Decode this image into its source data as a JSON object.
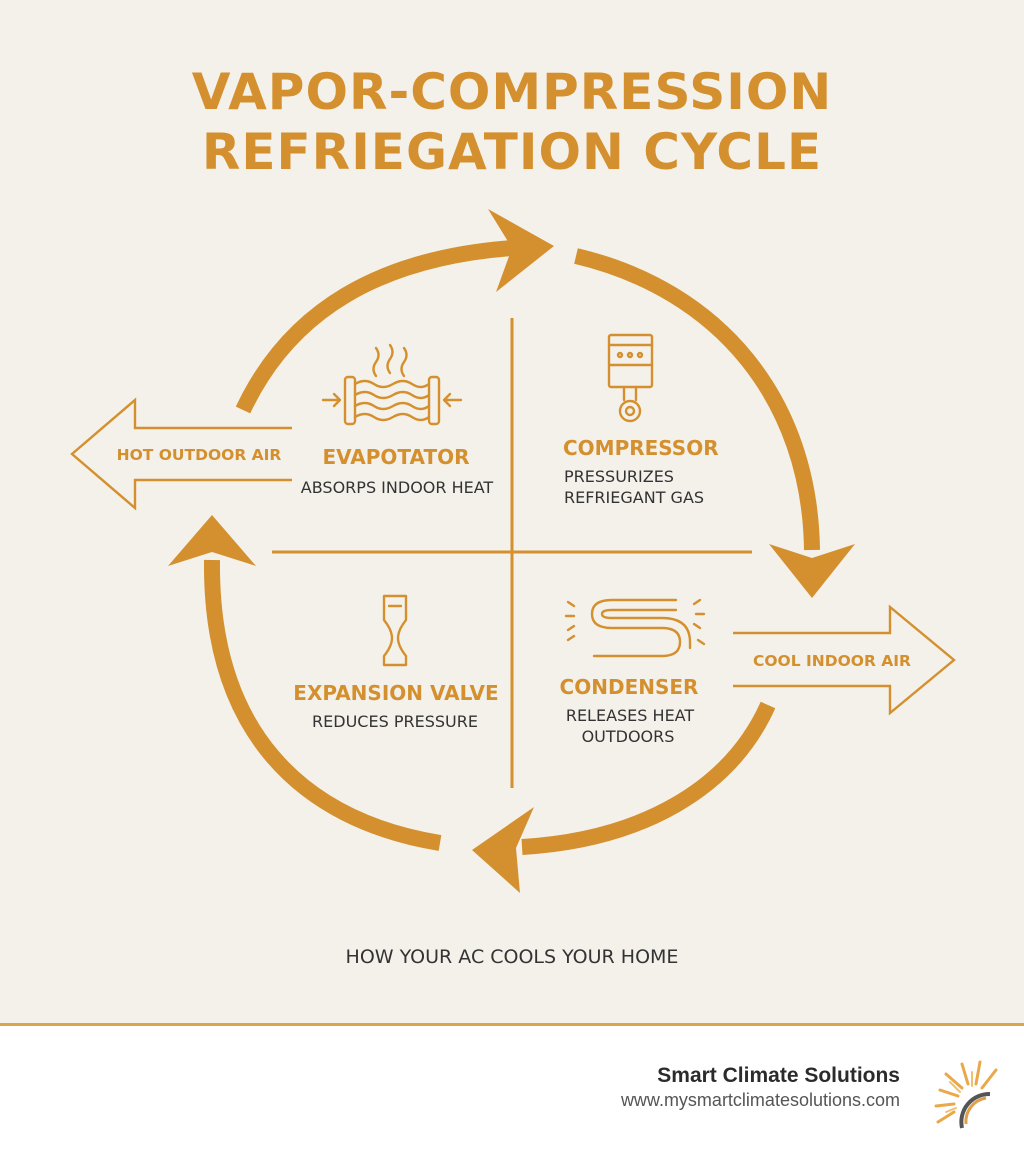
{
  "title": {
    "line1": "VAPOR-COMPRESSION",
    "line2": "REFRIEGATION CYCLE"
  },
  "arrows": {
    "left_label": "HOT OUTDOOR AIR",
    "right_label": "COOL INDOOR AIR"
  },
  "stages": {
    "evaporator": {
      "name": "EVAPOTATOR",
      "desc": [
        "ABSORPS INDOOR HEAT"
      ],
      "icon": "evaporator-coil-icon"
    },
    "compressor": {
      "name": "COMPRESSOR",
      "desc": [
        "PRESSURIZES",
        "REFRIEGANT GAS"
      ],
      "icon": "piston-icon"
    },
    "expansion_valve": {
      "name": "EXPANSION VALVE",
      "desc": [
        "REDUCES PRESSURE"
      ],
      "icon": "valve-icon"
    },
    "condenser": {
      "name": "CONDENSER",
      "desc": [
        "RELEASES HEAT",
        "OUTDOORS"
      ],
      "icon": "condenser-coil-icon"
    }
  },
  "caption": "HOW YOUR AC COOLS YOUR HOME",
  "footer": {
    "brand": "Smart Climate Solutions",
    "url": "www.mysmartclimatesolutions.com",
    "logo_icon": "sun-logo-icon"
  },
  "colors": {
    "accent": "#d4902e",
    "background": "#f4f1eb",
    "text": "#333333"
  }
}
